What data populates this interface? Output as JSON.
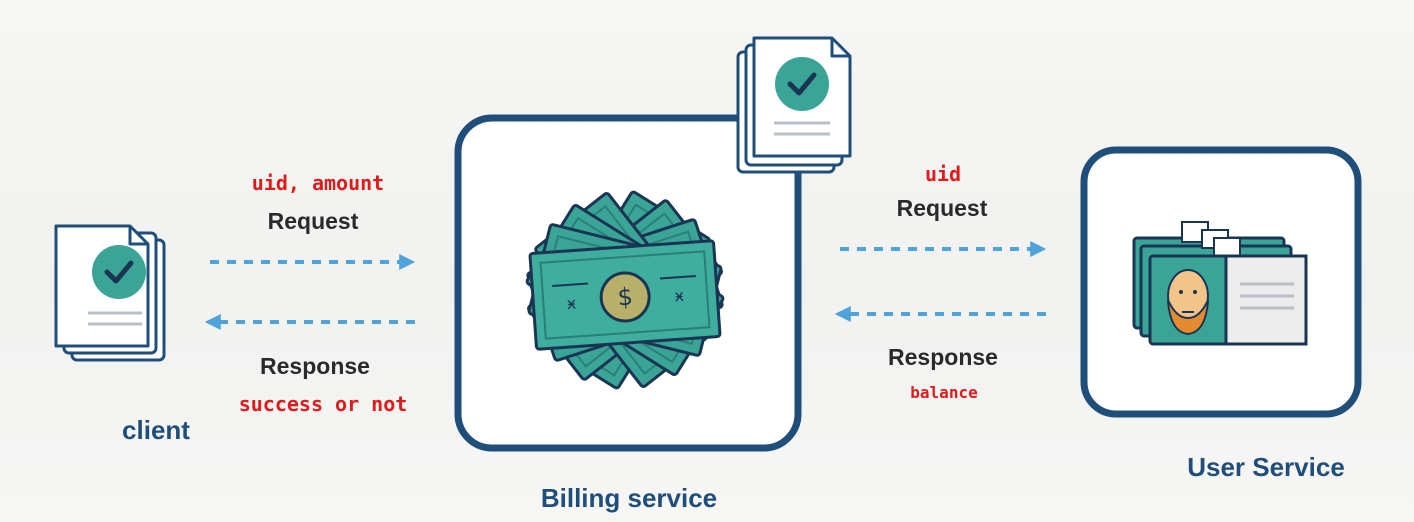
{
  "client": {
    "label": "client"
  },
  "billing": {
    "label": "Billing service"
  },
  "user_service": {
    "label": "User Service"
  },
  "request_left": {
    "label": "Request",
    "params": "uid, amount"
  },
  "response_left": {
    "label": "Response",
    "result": "success or not"
  },
  "request_right": {
    "label": "Request",
    "params": "uid"
  },
  "response_right": {
    "label": "Response",
    "result": "balance"
  },
  "icons": {
    "client": "document-check-icon",
    "billing_docs": "document-check-icon",
    "billing_money": "money-stack-icon",
    "user_cards": "id-card-icon"
  },
  "colors": {
    "accent_teal": "#3aa597",
    "frame_navy": "#1f4e7a",
    "arrow_blue": "#4fa3dd",
    "annotation_red": "#e01b1b"
  }
}
